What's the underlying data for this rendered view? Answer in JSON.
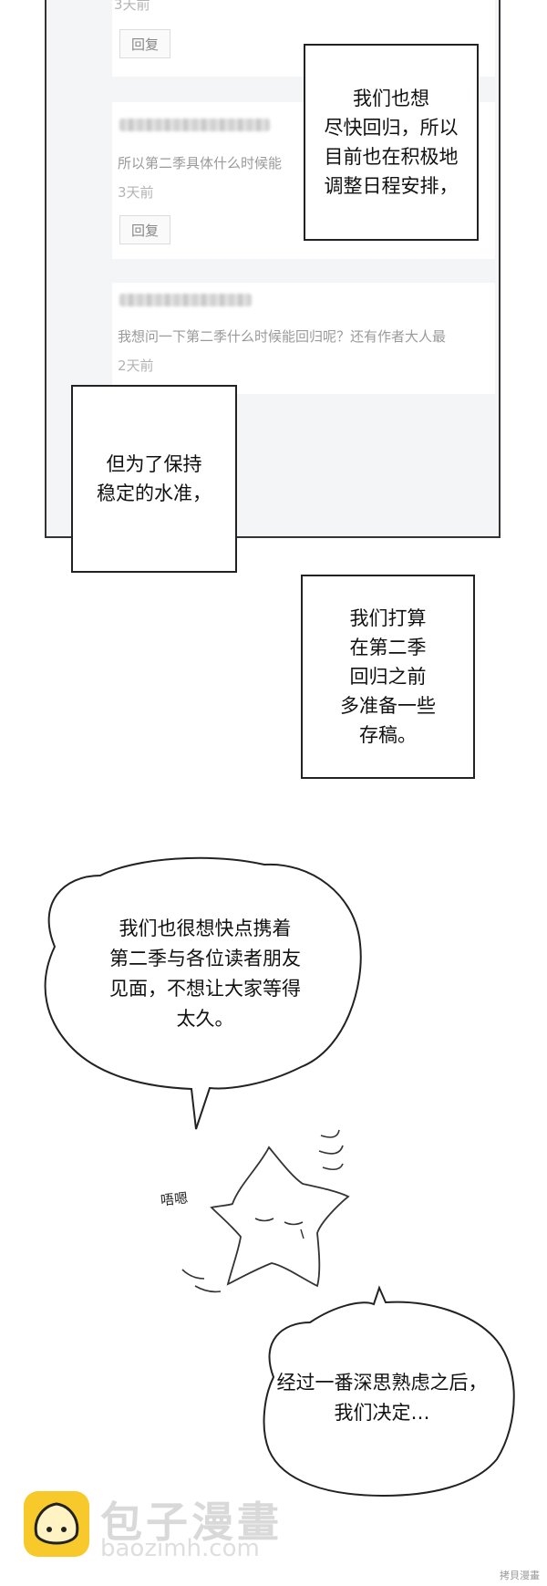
{
  "comments": [
    {
      "time": "3天前",
      "reply": "回复"
    },
    {
      "text": "所以第二季具体什么时候能",
      "time": "3天前",
      "reply": "回复"
    },
    {
      "text": "我想问一下第二季什么时候能回归呢？还有作者大人最",
      "time": "2天前"
    }
  ],
  "boxes": {
    "box1": "我们也想\n尽快回归，所以\n目前也在积极地\n调整日程安排，",
    "box2": "但为了保持\n稳定的水准，",
    "box3": "我们打算\n在第二季\n回归之前\n多准备一些\n存稿。"
  },
  "bubbles": {
    "bubble1": "我们也很想快点携着\n第二季与各位读者朋友\n见面，不想让大家等得\n太久。",
    "bubble2": "经过一番深思熟虑之后，\n我们决定…"
  },
  "sfx": "唔嗯",
  "watermark": {
    "title": "包子漫畫",
    "url": "baozimh.com",
    "corner": "拷貝漫畫"
  }
}
